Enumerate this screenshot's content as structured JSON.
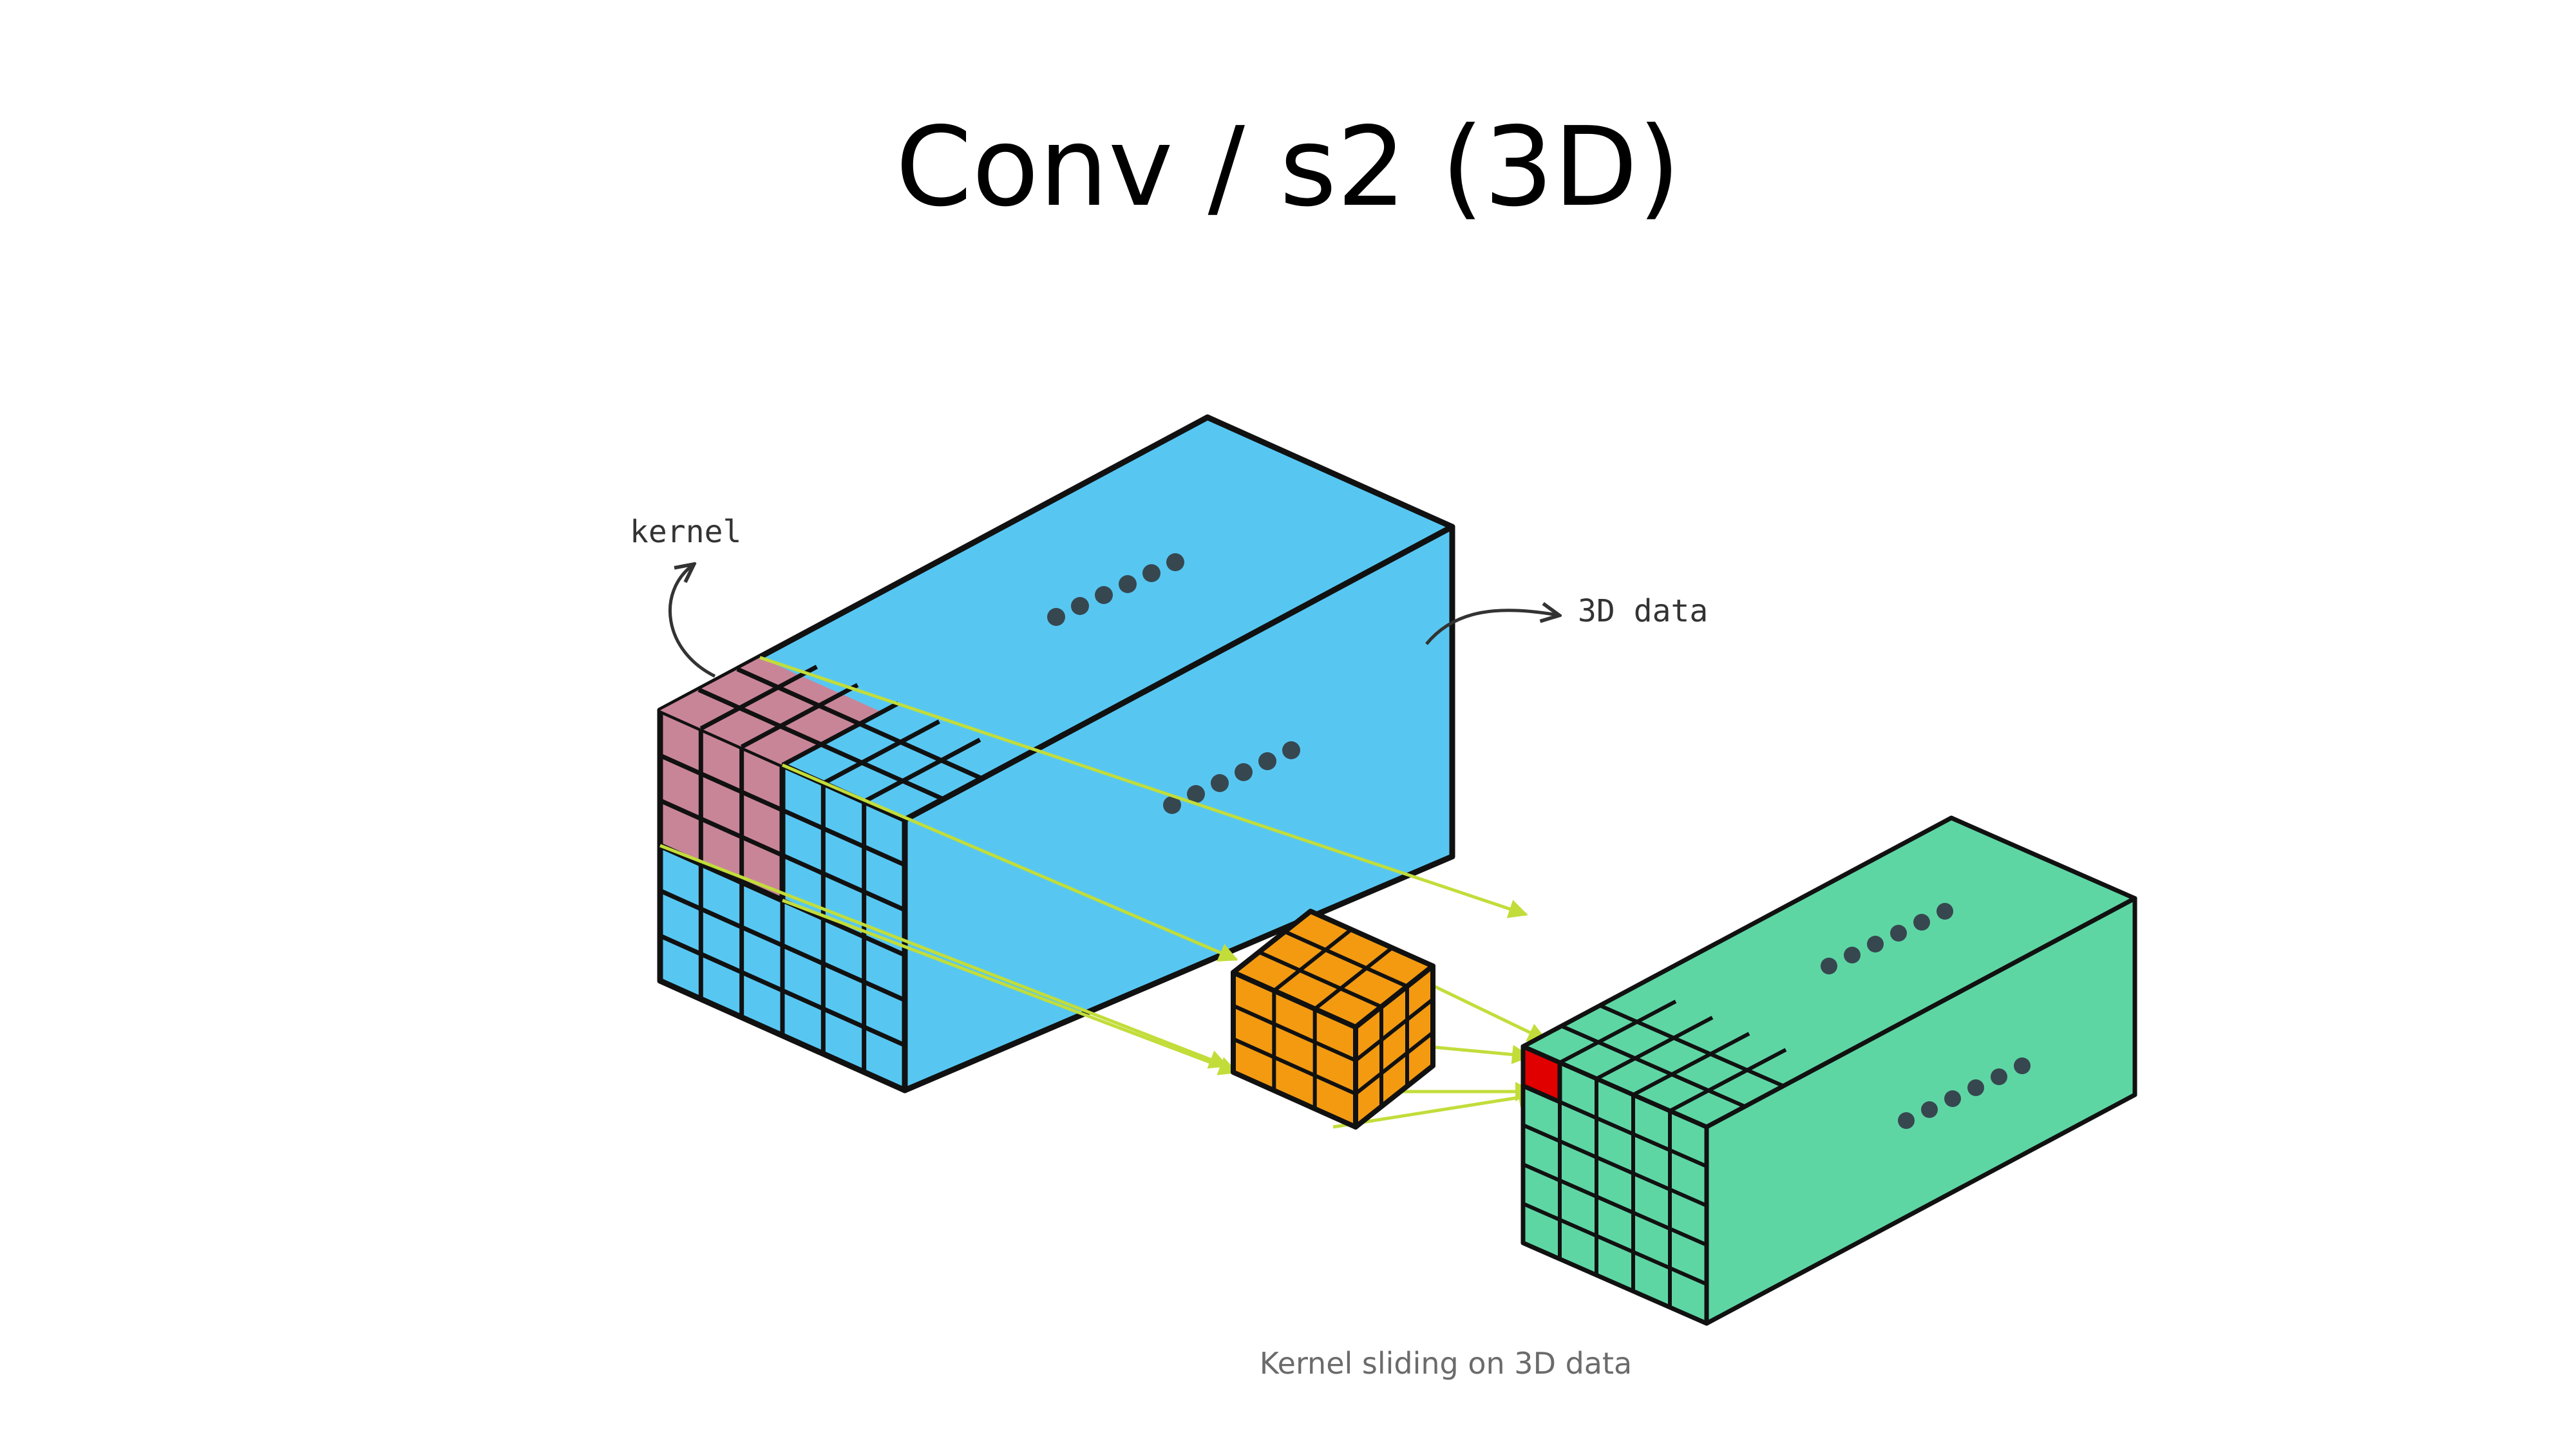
{
  "slide": {
    "title": "Conv / s2 (3D)"
  },
  "diagram": {
    "labels": {
      "kernel": "kernel",
      "data3d": "3D data"
    },
    "caption": "Kernel sliding on 3D data",
    "colors": {
      "input_volume": "#57c7f2",
      "kernel_region": "#c98598",
      "kernel_cube": "#f39a11",
      "output_volume": "#5ed6a4",
      "output_cell": "#e00000",
      "arrows": "#c2dd3a",
      "outline": "#111111"
    },
    "icons": [
      "ellipsis-dots-icon",
      "curved-arrow-icon"
    ]
  }
}
